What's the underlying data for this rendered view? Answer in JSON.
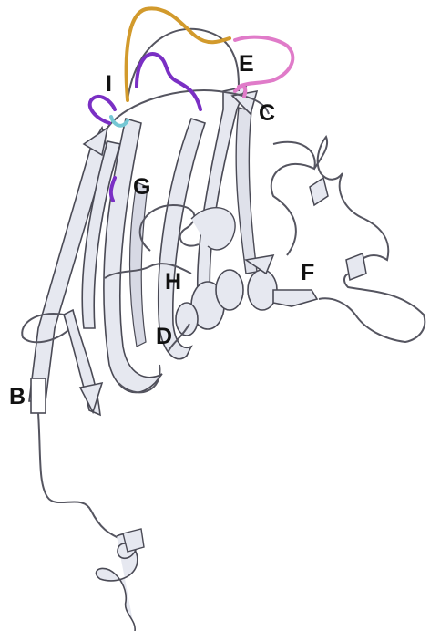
{
  "labels": {
    "I": "I",
    "E": "E",
    "C": "C",
    "G": "G",
    "F": "F",
    "H": "H",
    "D": "D",
    "B": "B"
  },
  "colors": {
    "strand_fill": "#e6e8f0",
    "strand_stroke": "#4a4a55",
    "loop_orange": "#d29a2c",
    "loop_pink": "#e07bc9",
    "loop_purple": "#7a2fc4",
    "loop_cyan": "#74c7d4",
    "coil": "#555560"
  }
}
